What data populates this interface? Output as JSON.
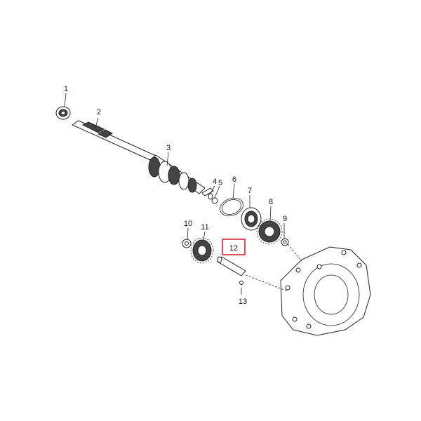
{
  "diagram": {
    "highlight_color": "#d0282e",
    "line_color": "#222222",
    "callouts": [
      {
        "id": "1",
        "label": "1"
      },
      {
        "id": "2",
        "label": "2"
      },
      {
        "id": "3",
        "label": "3"
      },
      {
        "id": "4",
        "label": "4"
      },
      {
        "id": "5",
        "label": "5"
      },
      {
        "id": "6",
        "label": "6"
      },
      {
        "id": "7",
        "label": "7"
      },
      {
        "id": "8",
        "label": "8"
      },
      {
        "id": "9",
        "label": "9"
      },
      {
        "id": "10",
        "label": "10"
      },
      {
        "id": "11",
        "label": "11"
      },
      {
        "id": "12",
        "label": "12",
        "highlighted": true
      },
      {
        "id": "13",
        "label": "13"
      }
    ]
  }
}
